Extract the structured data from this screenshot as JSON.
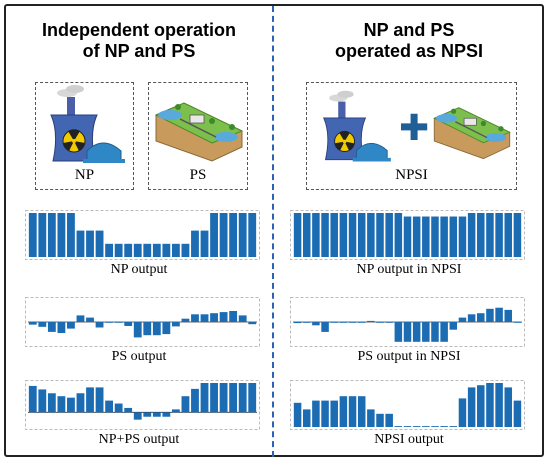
{
  "left": {
    "title_line1": "Independent operation",
    "title_line2": "of NP and PS",
    "np_label": "NP",
    "ps_label": "PS",
    "captions": [
      "NP output",
      "PS output",
      "NP+PS output"
    ]
  },
  "right": {
    "title_line1": "NP and PS",
    "title_line2": "operated as NPSI",
    "npsi_label": "NPSI",
    "captions": [
      "NP output in NPSI",
      "PS output in NPSI",
      "NPSI output"
    ]
  },
  "colors": {
    "bar": "#1b6cb3",
    "divider": "#2b62b5",
    "plus": "#1f5e96"
  },
  "chart_data": [
    {
      "type": "bar",
      "name": "np_output",
      "values": [
        1,
        1,
        1,
        1,
        1,
        0.6,
        0.6,
        0.6,
        0.3,
        0.3,
        0.3,
        0.3,
        0.3,
        0.3,
        0.3,
        0.3,
        0.3,
        0.6,
        0.6,
        1,
        1,
        1,
        1,
        1
      ],
      "ylim": [
        0,
        1
      ]
    },
    {
      "type": "bar",
      "name": "ps_output",
      "values": [
        -0.12,
        -0.22,
        -0.45,
        -0.5,
        -0.3,
        0.3,
        0.2,
        -0.25,
        0,
        0,
        -0.18,
        -0.7,
        -0.6,
        -0.6,
        -0.55,
        -0.2,
        0.15,
        0.35,
        0.35,
        0.4,
        0.45,
        0.5,
        0.3,
        -0.1
      ],
      "ylim": [
        -1,
        1
      ]
    },
    {
      "type": "bar",
      "name": "np_ps_output",
      "values": [
        0.9,
        0.78,
        0.65,
        0.55,
        0.5,
        0.65,
        0.85,
        0.85,
        0.4,
        0.3,
        0.15,
        -0.25,
        -0.15,
        -0.15,
        -0.15,
        0.1,
        0.55,
        0.8,
        1,
        1,
        1,
        1,
        1,
        1
      ],
      "ylim": [
        -0.5,
        1
      ]
    },
    {
      "type": "bar",
      "name": "np_output_in_npsi",
      "values": [
        1,
        1,
        1,
        1,
        1,
        1,
        1,
        1,
        1,
        1,
        1,
        1,
        0.92,
        0.92,
        0.92,
        0.92,
        0.92,
        0.92,
        0.92,
        1,
        1,
        1,
        1,
        1,
        1
      ],
      "ylim": [
        0,
        1
      ]
    },
    {
      "type": "bar",
      "name": "ps_output_in_npsi",
      "values": [
        -0.05,
        0,
        -0.15,
        -0.45,
        0,
        0,
        0,
        0,
        0.05,
        0,
        0,
        -0.9,
        -0.9,
        -0.9,
        -0.9,
        -0.9,
        -0.9,
        -0.35,
        0.2,
        0.35,
        0.4,
        0.6,
        0.65,
        0.55,
        0
      ],
      "ylim": [
        -1,
        1
      ]
    },
    {
      "type": "bar",
      "name": "npsi_output",
      "values": [
        0.55,
        0.4,
        0.6,
        0.6,
        0.6,
        0.7,
        0.7,
        0.7,
        0.4,
        0.3,
        0.3,
        0.02,
        0.02,
        0.02,
        0.02,
        0.02,
        0.02,
        0.02,
        0.65,
        0.9,
        0.95,
        1,
        1,
        0.9,
        0.6
      ],
      "ylim": [
        0,
        1
      ]
    }
  ]
}
